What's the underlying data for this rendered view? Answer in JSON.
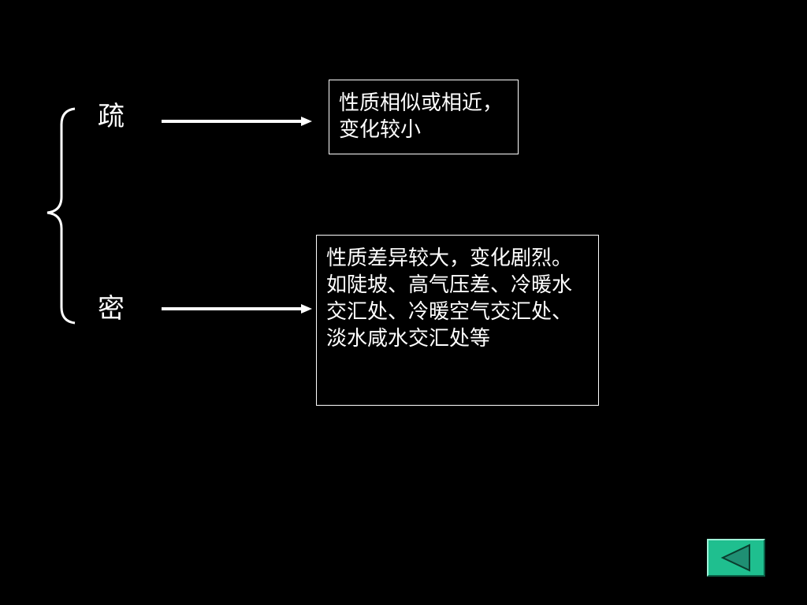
{
  "diagram": {
    "term_sparse": "疏",
    "term_dense": "密",
    "box_sparse_text": "性质相似或相近，变化较小",
    "box_dense_text": "性质差异较大，变化剧烈。如陡坡、高气压差、冷暖水交汇处、冷暖空气交汇处、淡水咸水交汇处等"
  },
  "nav": {
    "back_icon": "triangle-left-icon",
    "button_color": "#1fbf8f"
  }
}
